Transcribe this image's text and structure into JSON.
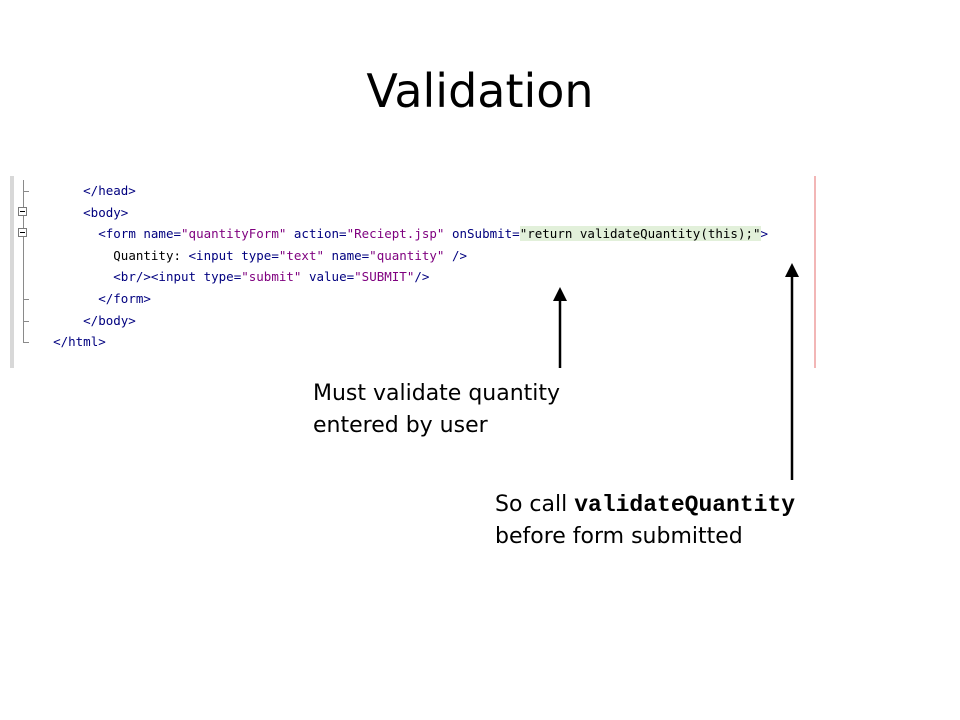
{
  "slide": {
    "title": "Validation"
  },
  "code": {
    "lines": [
      {
        "indent": "      ",
        "tokens": [
          {
            "t": "</head>",
            "c": "tag"
          }
        ]
      },
      {
        "indent": "      ",
        "tokens": [
          {
            "t": "<body>",
            "c": "tag"
          }
        ]
      },
      {
        "indent": "        ",
        "tokens": [
          {
            "t": "<form ",
            "c": "tag"
          },
          {
            "t": "name=",
            "c": "attr"
          },
          {
            "t": "\"quantityForm\"",
            "c": "str"
          },
          {
            "t": " action=",
            "c": "attr"
          },
          {
            "t": "\"Reciept.jsp\"",
            "c": "str"
          },
          {
            "t": " onSubmit=",
            "c": "attr"
          },
          {
            "t": "\"return validateQuantity(this);\"",
            "c": "hl"
          },
          {
            "t": ">",
            "c": "tag"
          }
        ]
      },
      {
        "indent": "          ",
        "tokens": [
          {
            "t": "Quantity: ",
            "c": "text"
          },
          {
            "t": "<input ",
            "c": "tag"
          },
          {
            "t": "type=",
            "c": "attr"
          },
          {
            "t": "\"text\"",
            "c": "str"
          },
          {
            "t": " name=",
            "c": "attr"
          },
          {
            "t": "\"quantity\"",
            "c": "str"
          },
          {
            "t": " />",
            "c": "tag"
          }
        ]
      },
      {
        "indent": "          ",
        "tokens": [
          {
            "t": "<br/>",
            "c": "tag"
          },
          {
            "t": "<input ",
            "c": "tag"
          },
          {
            "t": "type=",
            "c": "attr"
          },
          {
            "t": "\"submit\"",
            "c": "str"
          },
          {
            "t": " value=",
            "c": "attr"
          },
          {
            "t": "\"SUBMIT\"",
            "c": "str"
          },
          {
            "t": "/>",
            "c": "tag"
          }
        ]
      },
      {
        "indent": "        ",
        "tokens": [
          {
            "t": "</form>",
            "c": "tag"
          }
        ]
      },
      {
        "indent": "      ",
        "tokens": [
          {
            "t": "</body>",
            "c": "tag"
          }
        ]
      },
      {
        "indent": "  ",
        "tokens": [
          {
            "t": "</html>",
            "c": "tag"
          }
        ]
      }
    ],
    "fold_markers": [
      "end",
      "collapse",
      "collapse",
      "line",
      "line",
      "end",
      "end",
      "last"
    ]
  },
  "annotations": {
    "quantity_note": {
      "line1": "Must validate quantity",
      "line2": "entered by user"
    },
    "call_note": {
      "prefix": "So call ",
      "function_name": "validateQuantity",
      "line2": "before form submitted"
    }
  },
  "colors": {
    "tag": "#00007f",
    "string": "#7f007f",
    "highlight_bg": "#e2f0da",
    "margin_line": "#f2b6b6"
  }
}
